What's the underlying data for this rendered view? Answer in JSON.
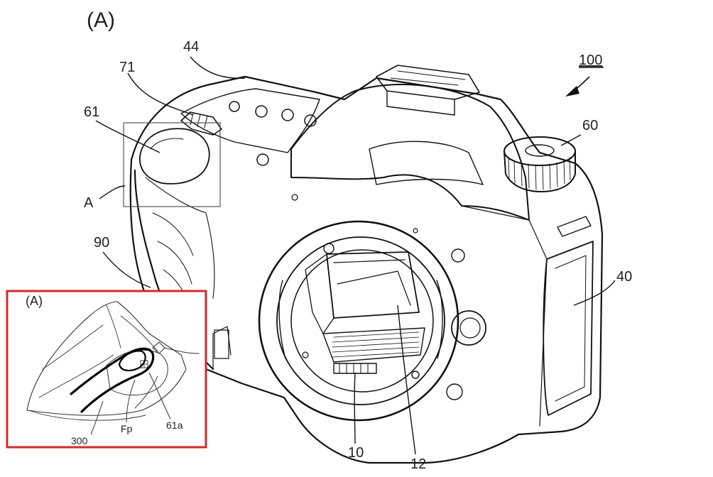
{
  "figure": {
    "title": "(A)",
    "reference_number": "100",
    "labels": {
      "l44": "44",
      "l71": "71",
      "l61": "61",
      "lA": "A",
      "l90": "90",
      "l60": "60",
      "l40": "40",
      "l10": "10",
      "l12": "12"
    }
  },
  "inset": {
    "title": "(A)",
    "border_color": "#d62828",
    "labels": {
      "l300": "300",
      "lFp": "Fp",
      "l61a": "61a"
    }
  },
  "colors": {
    "line": "#111111",
    "accent_border": "#d62828"
  }
}
